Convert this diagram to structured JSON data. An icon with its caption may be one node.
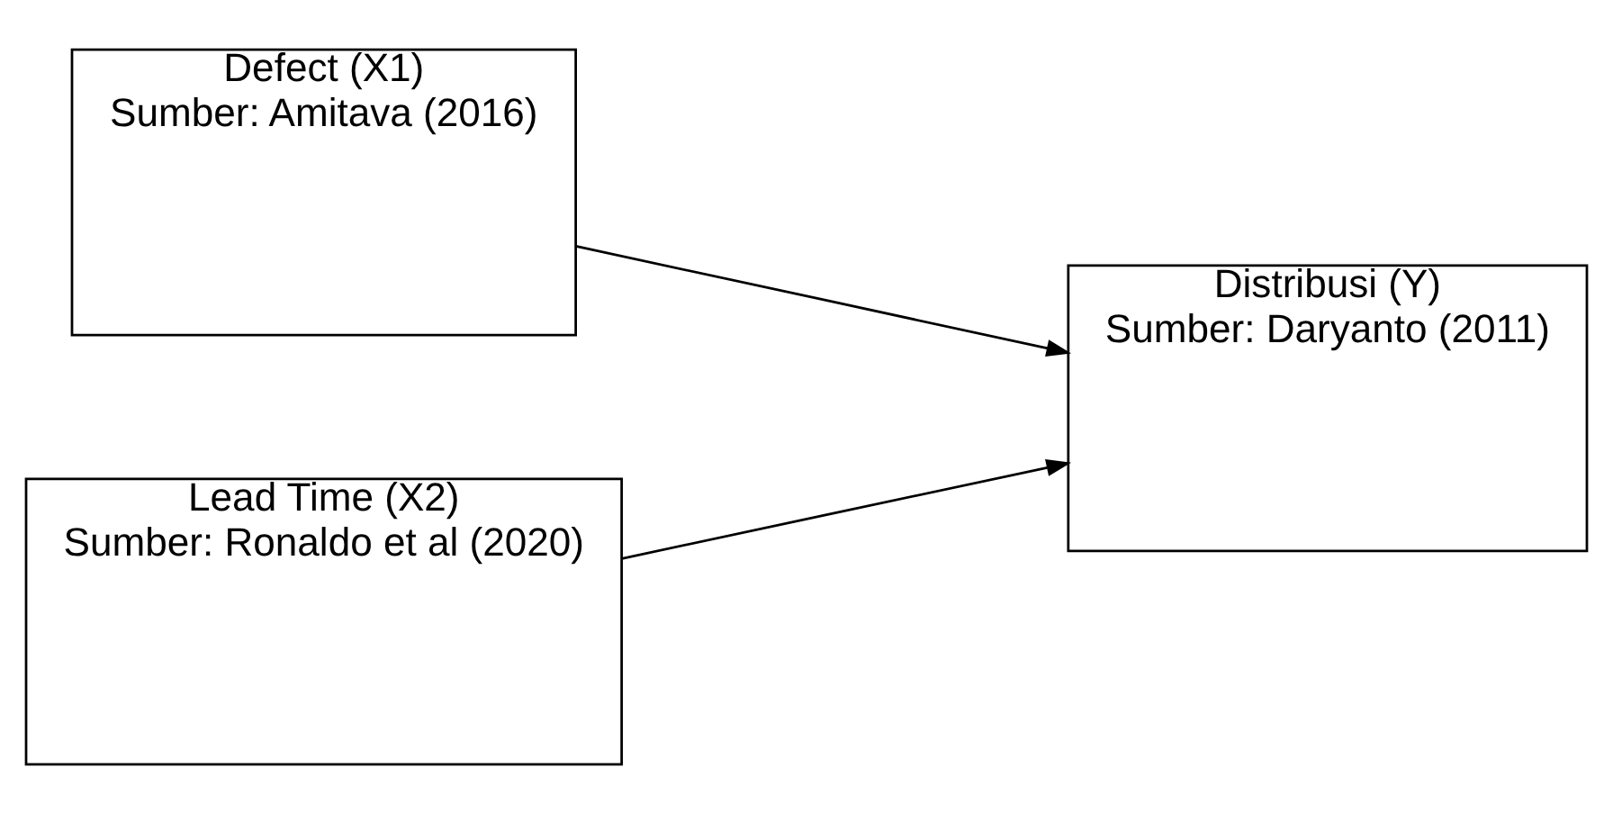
{
  "diagram": {
    "nodes": [
      {
        "text": [
          "Defect (X1)",
          "Sumber: Amitava (2016)"
        ]
      },
      {
        "text": [
          "Lead Time (X2)",
          "Sumber: Ronaldo et al (2020)"
        ]
      },
      {
        "text": [
          "Distribusi (Y)",
          "Sumber: Daryanto (2011)"
        ]
      }
    ],
    "edges": [
      {
        "from": 0,
        "to": 2,
        "arrow": "to"
      },
      {
        "from": 1,
        "to": 2,
        "arrow": "to"
      }
    ]
  }
}
